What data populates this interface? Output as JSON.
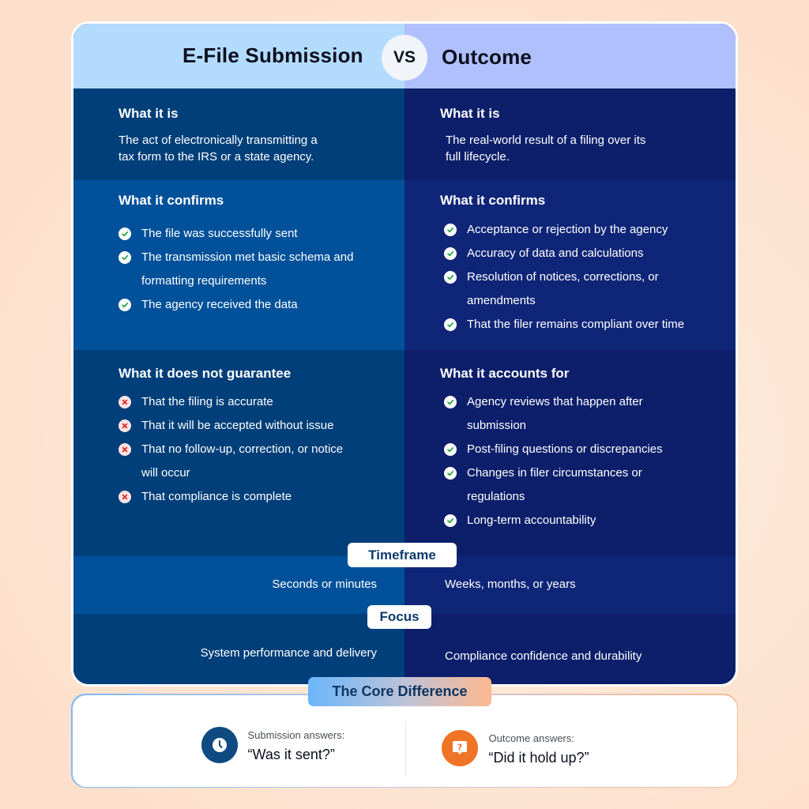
{
  "header": {
    "left_title": "E-File Submission",
    "vs_label": "VS",
    "right_title": "Outcome"
  },
  "colors": {
    "header_left": "#b3dbfd",
    "header_right": "#b0c0fd",
    "dark_left": "#003f79",
    "dark_right": "#0d1f6b",
    "mid_left": "#01519a",
    "mid_right": "#0f2678",
    "check_green": "#1a9a3a",
    "cross_red": "#e02424",
    "clock_blue": "#0f4a80",
    "question_orange": "#f07426"
  },
  "submission": {
    "what_it_is": {
      "title": "What it is",
      "text_line1": "The act of electronically transmitting a",
      "text_line2": "tax form to the IRS or a state agency."
    },
    "confirms": {
      "title": "What it confirms",
      "items": [
        {
          "icon": "check-icon",
          "text": "The file was successfully sent"
        },
        {
          "icon": "check-icon",
          "text": "The transmission met basic schema and formatting requirements"
        },
        {
          "icon": "check-icon",
          "text": "The agency received the data"
        }
      ]
    },
    "not_guarantee": {
      "title": "What it does not guarantee",
      "items": [
        {
          "icon": "cross-icon",
          "text": "That the filing is accurate"
        },
        {
          "icon": "cross-icon",
          "text": "That it will be accepted without issue"
        },
        {
          "icon": "cross-icon",
          "text": "That no follow-up, correction, or notice will occur"
        },
        {
          "icon": "cross-icon",
          "text": "That compliance is complete"
        }
      ]
    },
    "timeframe": "Seconds or minutes",
    "focus": "System performance and delivery"
  },
  "outcome": {
    "what_it_is": {
      "title": "What it is",
      "text_line1": "The real-world result of a filing over its",
      "text_line2": "full lifecycle."
    },
    "confirms": {
      "title": "What it confirms",
      "items": [
        {
          "icon": "check-icon",
          "text": "Acceptance or rejection by the agency"
        },
        {
          "icon": "check-icon",
          "text": "Accuracy of data and calculations"
        },
        {
          "icon": "check-icon",
          "text": "Resolution of notices, corrections, or amendments"
        },
        {
          "icon": "check-icon",
          "text": "That the filer remains compliant over time"
        }
      ]
    },
    "accounts_for": {
      "title": "What it accounts for",
      "items": [
        {
          "icon": "check-icon",
          "text": "Agency reviews that happen after submission"
        },
        {
          "icon": "check-icon",
          "text": "Post-filing questions or discrepancies"
        },
        {
          "icon": "check-icon",
          "text": "Changes in filer circumstances or regulations"
        },
        {
          "icon": "check-icon",
          "text": "Long-term accountability"
        }
      ]
    },
    "timeframe": "Weeks, months, or years",
    "focus": "Compliance confidence and durability"
  },
  "labels": {
    "timeframe": "Timeframe",
    "focus": "Focus"
  },
  "core_difference": {
    "title": "The Core Difference",
    "submission": {
      "icon": "clock-icon",
      "label": "Submission answers:",
      "question": "“Was it sent?”"
    },
    "outcome": {
      "icon": "question-bubble-icon",
      "label": "Outcome answers:",
      "question": "“Did it hold up?”"
    }
  }
}
